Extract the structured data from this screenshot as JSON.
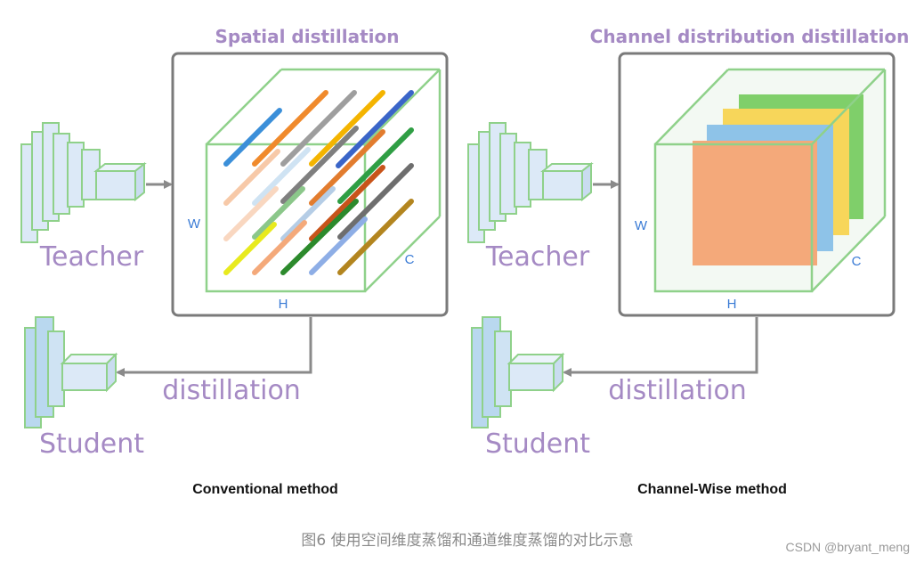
{
  "left_panel": {
    "title": "Spatial distillation",
    "teacher_label": "Teacher",
    "student_label": "Student",
    "arrow_label": "distillation",
    "axis_w": "W",
    "axis_h": "H",
    "axis_c": "C",
    "method_label": "Conventional method"
  },
  "right_panel": {
    "title": "Channel distribution distillation",
    "teacher_label": "Teacher",
    "student_label": "Student",
    "arrow_label": "distillation",
    "axis_w": "W",
    "axis_h": "H",
    "axis_c": "C",
    "method_label": "Channel-Wise method"
  },
  "caption": "图6 使用空间维度蒸馏和通道维度蒸馏的对比示意",
  "watermark": "CSDN @bryant_meng",
  "colors": {
    "label_purple": "#a58ac4",
    "axis_blue": "#3a7bd5",
    "cube_green": "#8fd18a",
    "box_gray": "#7a7a7a",
    "channel_green": "#7fcf6a",
    "channel_yellow": "#f7d65a",
    "channel_blue": "#8ec3e8",
    "channel_orange": "#f4a97a"
  }
}
